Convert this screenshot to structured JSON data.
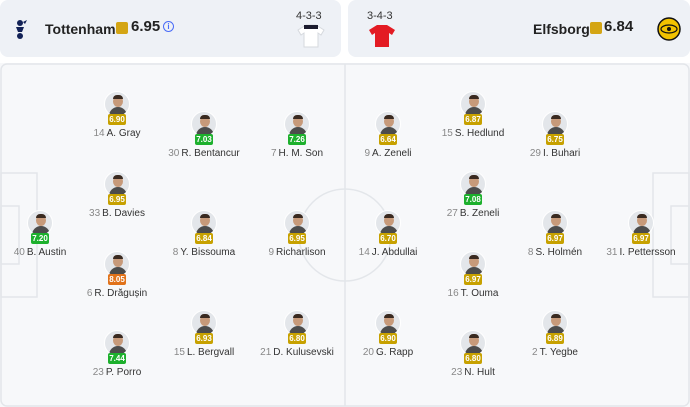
{
  "colors": {
    "pitch_bg": "#f7f8fa",
    "pitch_line": "#e3e6ea",
    "rating_yellow": "#c7a100",
    "rating_green": "#1db02d",
    "rating_orange": "#e1721a",
    "home_kit": "#ffffff",
    "away_kit": "#e31b23"
  },
  "home": {
    "name": "Tottenham",
    "rating": "6.95",
    "formation": "4-3-3",
    "crest_icon": "tottenham-crest-icon"
  },
  "away": {
    "name": "Elfsborg",
    "rating": "6.84",
    "formation": "3-4-3",
    "crest_icon": "elfsborg-crest-icon"
  },
  "players": [
    {
      "num": "14",
      "name": "A. Gray",
      "rating": "6.90",
      "color": "yellow"
    },
    {
      "num": "30",
      "name": "R. Bentancur",
      "rating": "7.03",
      "color": "green"
    },
    {
      "num": "7",
      "name": "H. M. Son",
      "rating": "7.26",
      "color": "green"
    },
    {
      "num": "33",
      "name": "B. Davies",
      "rating": "6.95",
      "color": "yellow"
    },
    {
      "num": "40",
      "name": "B. Austin",
      "rating": "7.20",
      "color": "green"
    },
    {
      "num": "8",
      "name": "Y. Bissouma",
      "rating": "6.84",
      "color": "yellow"
    },
    {
      "num": "9",
      "name": "Richarlison",
      "rating": "6.95",
      "color": "yellow"
    },
    {
      "num": "6",
      "name": "R. Drăgușin",
      "rating": "8.05",
      "color": "orange"
    },
    {
      "num": "15",
      "name": "L. Bergvall",
      "rating": "6.93",
      "color": "yellow"
    },
    {
      "num": "21",
      "name": "D. Kulusevski",
      "rating": "6.80",
      "color": "yellow"
    },
    {
      "num": "23",
      "name": "P. Porro",
      "rating": "7.44",
      "color": "green"
    },
    {
      "num": "9",
      "name": "A. Zeneli",
      "rating": "6.64",
      "color": "yellow"
    },
    {
      "num": "15",
      "name": "S. Hedlund",
      "rating": "6.87",
      "color": "yellow"
    },
    {
      "num": "29",
      "name": "I. Buhari",
      "rating": "6.75",
      "color": "yellow"
    },
    {
      "num": "27",
      "name": "B. Zeneli",
      "rating": "7.08",
      "color": "green"
    },
    {
      "num": "14",
      "name": "J. Abdullai",
      "rating": "6.70",
      "color": "yellow"
    },
    {
      "num": "8",
      "name": "S. Holmén",
      "rating": "6.97",
      "color": "yellow"
    },
    {
      "num": "31",
      "name": "I. Pettersson",
      "rating": "6.97",
      "color": "yellow"
    },
    {
      "num": "16",
      "name": "T. Ouma",
      "rating": "6.97",
      "color": "yellow"
    },
    {
      "num": "20",
      "name": "G. Rapp",
      "rating": "6.90",
      "color": "yellow"
    },
    {
      "num": "2",
      "name": "T. Yegbe",
      "rating": "6.89",
      "color": "yellow"
    },
    {
      "num": "23",
      "name": "N. Hult",
      "rating": "6.80",
      "color": "yellow"
    }
  ]
}
